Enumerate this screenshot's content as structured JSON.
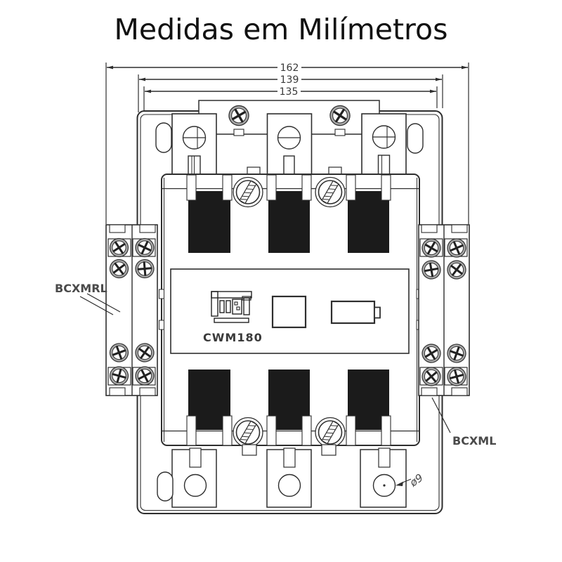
{
  "title": "Medidas em Milímetros",
  "dimensions": {
    "overall_width": "162",
    "housing_width": "139",
    "inner_width": "135",
    "mounting_hole_diameter": "ø9",
    "unit": "mm"
  },
  "labels": {
    "left_accessory": "BCXMRL",
    "right_accessory": "BCXML"
  },
  "device": {
    "model": "CWM180",
    "type": "contactor-front-view"
  },
  "icons": {
    "brand_logo": "weg-logo",
    "screw_cross": "phillips-screw-icon",
    "screw_slot": "flathead-screw-icon"
  },
  "colors": {
    "line": "#2e2e2e",
    "contact_fill": "#1b1b1b",
    "screw_gray": "#a8a8a8",
    "label_text": "#4a4a4a",
    "title_text": "#111111"
  }
}
